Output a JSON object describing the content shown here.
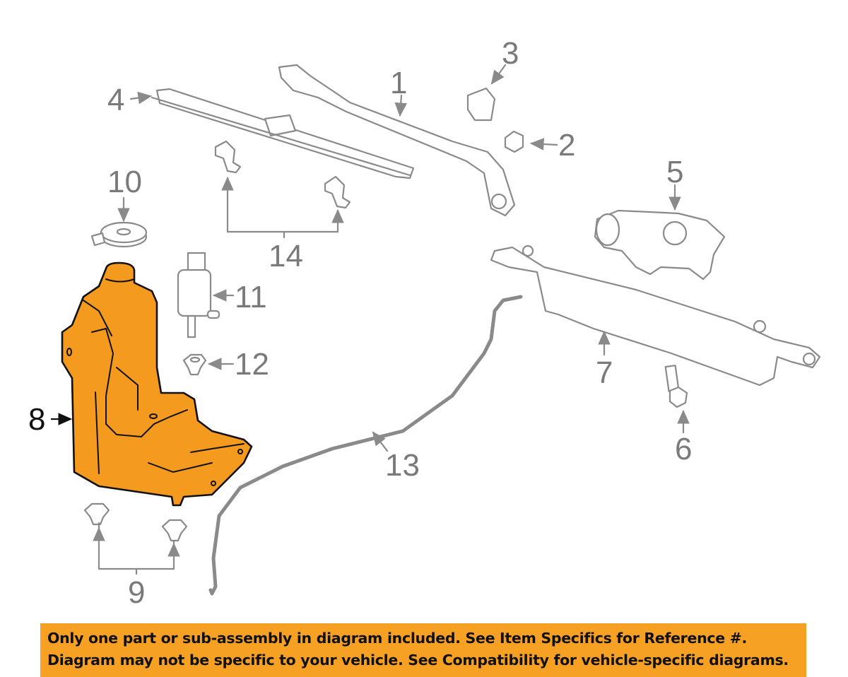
{
  "diagram": {
    "highlight_color": "#f39a1f",
    "callouts": [
      {
        "id": "1",
        "label": "1"
      },
      {
        "id": "2",
        "label": "2"
      },
      {
        "id": "3",
        "label": "3"
      },
      {
        "id": "4",
        "label": "4"
      },
      {
        "id": "5",
        "label": "5"
      },
      {
        "id": "6",
        "label": "6"
      },
      {
        "id": "7",
        "label": "7"
      },
      {
        "id": "8",
        "label": "8"
      },
      {
        "id": "9",
        "label": "9"
      },
      {
        "id": "10",
        "label": "10"
      },
      {
        "id": "11",
        "label": "11"
      },
      {
        "id": "12",
        "label": "12"
      },
      {
        "id": "13",
        "label": "13"
      },
      {
        "id": "14",
        "label": "14"
      }
    ],
    "highlighted_part": "8"
  },
  "banner": {
    "color": "#f6a024",
    "line1": "Only one part or sub-assembly in diagram included. See Item Specifics for Reference #.",
    "line2": "Diagram may not be specific to your vehicle. See Compatibility for vehicle-specific diagrams."
  }
}
